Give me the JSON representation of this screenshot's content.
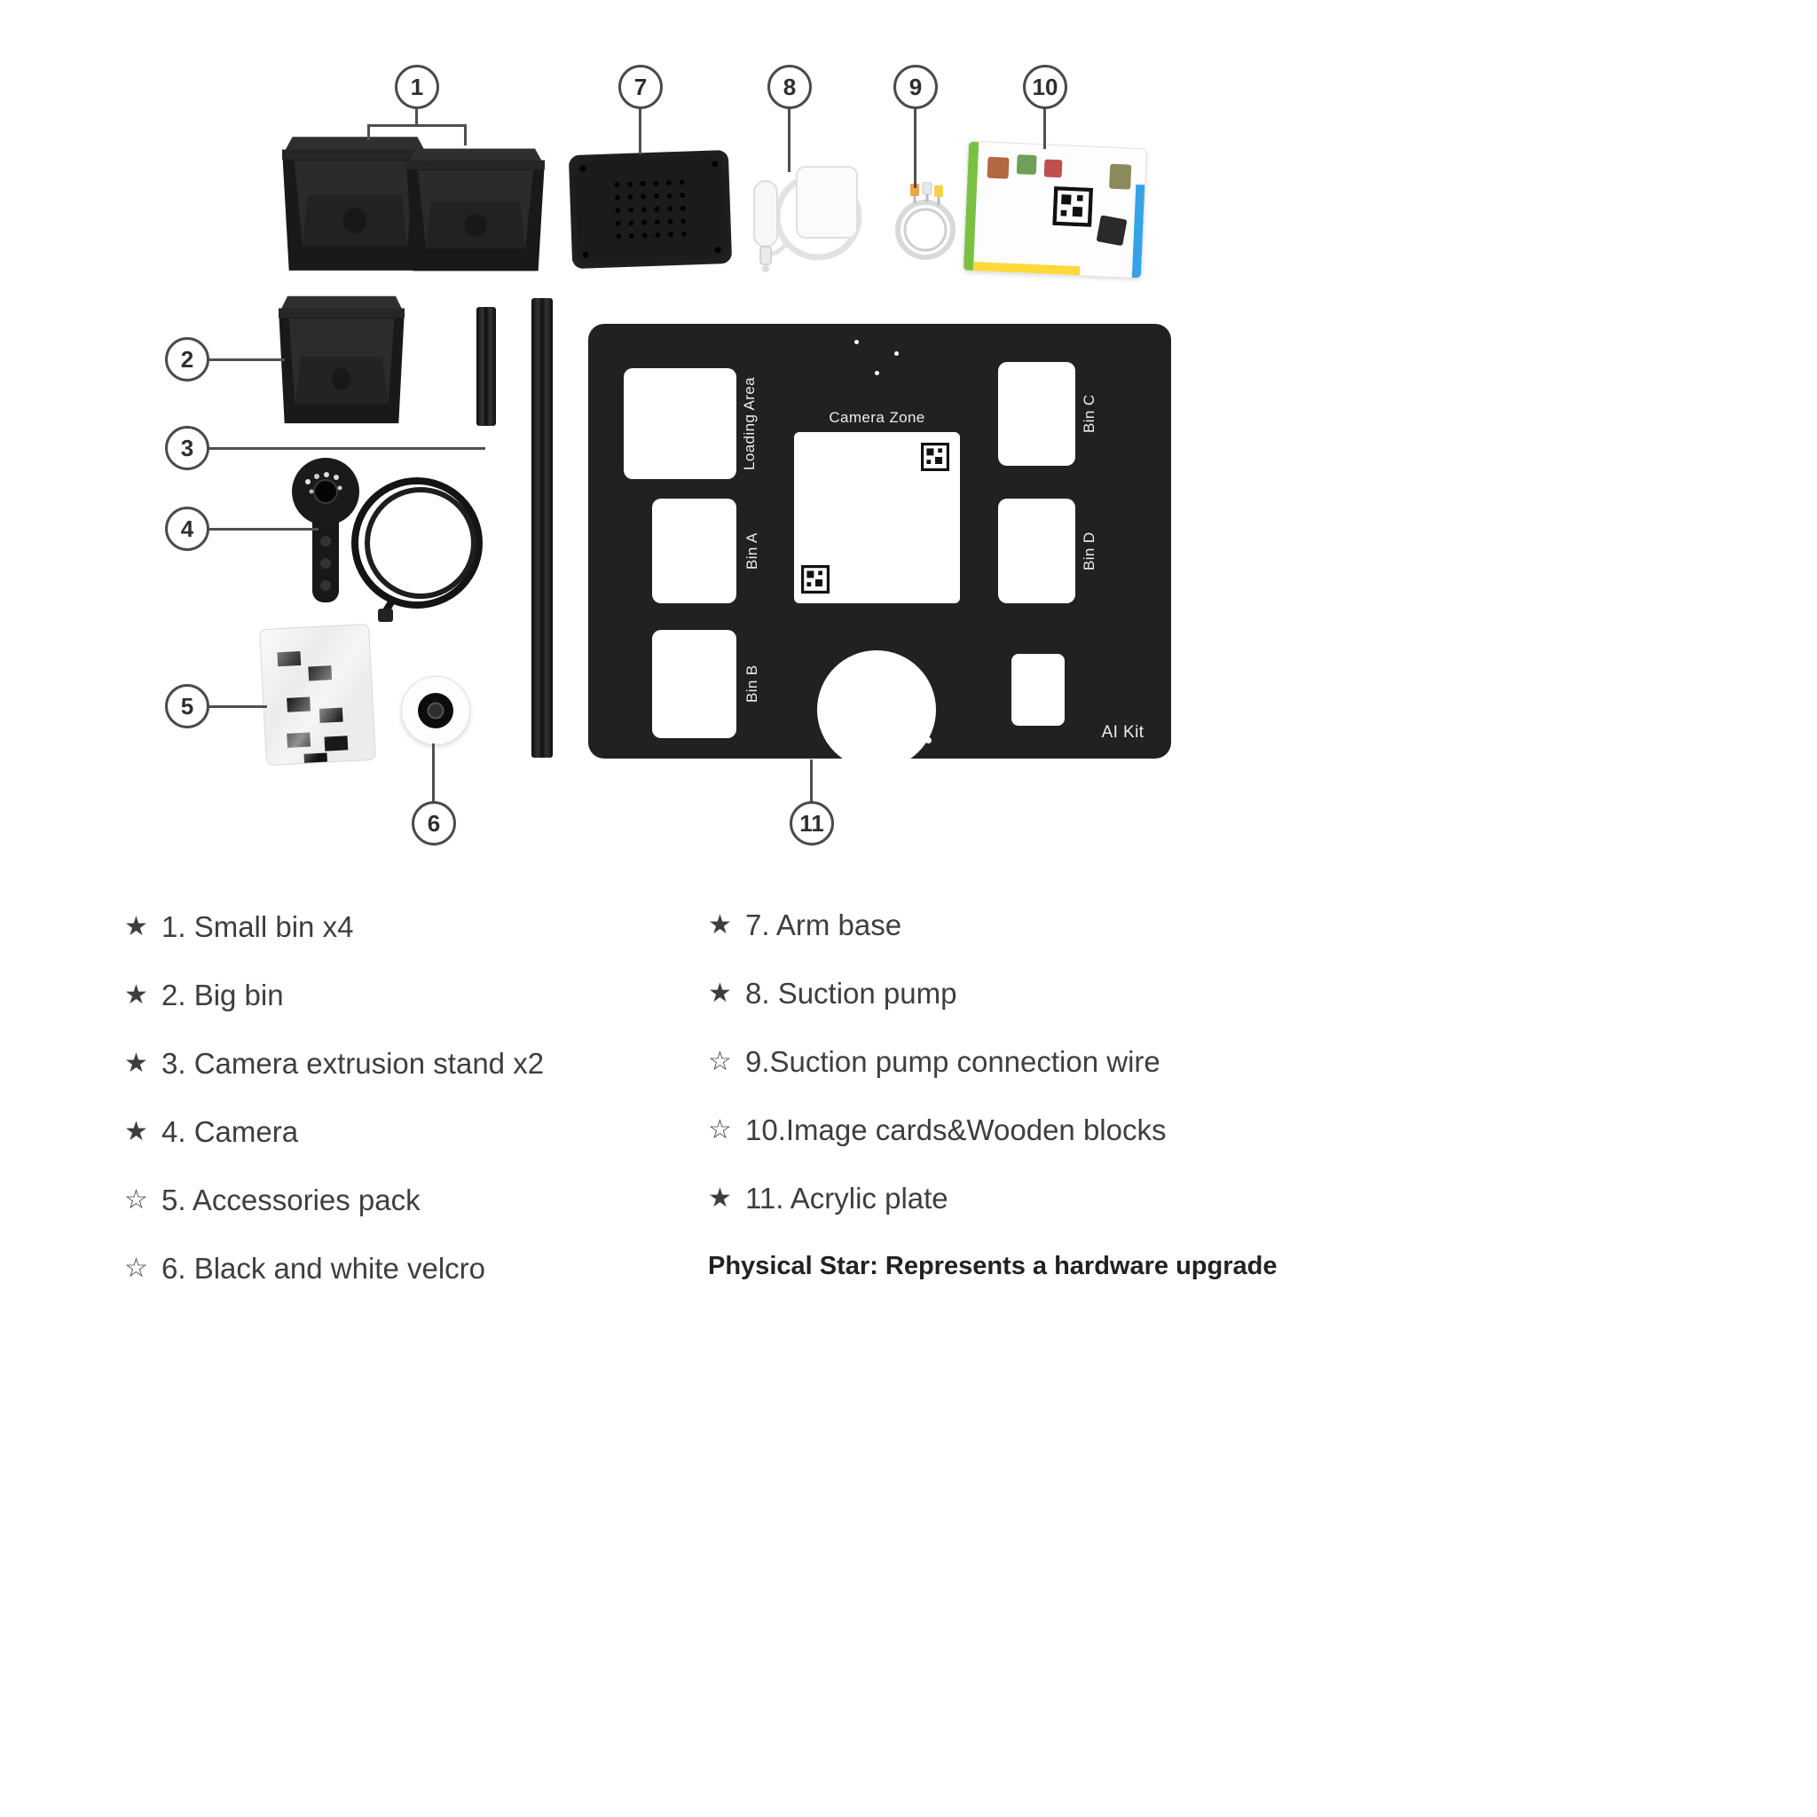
{
  "callouts": [
    {
      "num": "1"
    },
    {
      "num": "2"
    },
    {
      "num": "3"
    },
    {
      "num": "4"
    },
    {
      "num": "5"
    },
    {
      "num": "6"
    },
    {
      "num": "7"
    },
    {
      "num": "8"
    },
    {
      "num": "9"
    },
    {
      "num": "10"
    },
    {
      "num": "11"
    }
  ],
  "plate": {
    "loading_area_label": "Loading  Area",
    "camera_zone_label": "Camera Zone",
    "bin_a_label": "Bin A",
    "bin_b_label": "Bin B",
    "bin_c_label": "Bin C",
    "bin_d_label": "Bin D",
    "kit_label": "AI Kit"
  },
  "legend": {
    "left": [
      {
        "marker": "★",
        "text": "1. Small bin x4"
      },
      {
        "marker": "★",
        "text": "2. Big bin"
      },
      {
        "marker": "★",
        "text": "3. Camera extrusion stand x2"
      },
      {
        "marker": "★",
        "text": "4. Camera"
      },
      {
        "marker": "☆",
        "text": "5. Accessories pack"
      },
      {
        "marker": "☆",
        "text": "6. Black and white velcro"
      }
    ],
    "right": [
      {
        "marker": "★",
        "text": "7. Arm base"
      },
      {
        "marker": "★",
        "text": "8. Suction pump"
      },
      {
        "marker": "☆",
        "text": "9.Suction pump connection wire"
      },
      {
        "marker": "☆",
        "text": "10.Image cards&Wooden blocks"
      },
      {
        "marker": "★",
        "text": "11. Acrylic plate"
      }
    ],
    "note": "Physical Star: Represents a hardware upgrade"
  },
  "colors": {
    "part_dark": "#1f1f1f",
    "text": "#3e3e3e",
    "callout_border": "#4a4a4a",
    "plate": "#212121"
  }
}
